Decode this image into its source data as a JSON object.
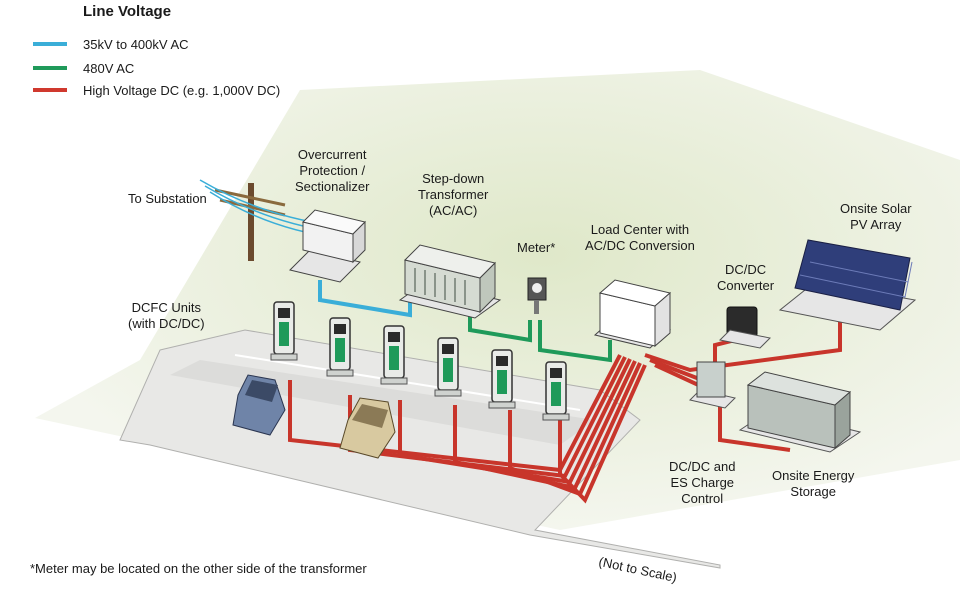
{
  "legend": {
    "title": "Line Voltage",
    "items": [
      {
        "label": "35kV to 400kV AC",
        "color": "#3aaed8"
      },
      {
        "label": "480V AC",
        "color": "#1f9a5a"
      },
      {
        "label": "High Voltage DC (e.g. 1,000V DC)",
        "color": "#d0392e"
      }
    ]
  },
  "labels": {
    "to_substation": "To Substation",
    "overcurrent": [
      "Overcurrent",
      "Protection /",
      "Sectionalizer"
    ],
    "transformer": [
      "Step-down",
      "Transformer",
      "(AC/AC)"
    ],
    "meter": "Meter*",
    "load_center": [
      "Load Center with",
      "AC/DC Conversion"
    ],
    "solar": [
      "Onsite Solar",
      "PV Array"
    ],
    "dcdc_converter": [
      "DC/DC",
      "Converter"
    ],
    "dcfc_units": [
      "DCFC Units",
      "(with DC/DC)"
    ],
    "dcdc_es": [
      "DC/DC and",
      "ES Charge",
      "Control"
    ],
    "energy_storage": [
      "Onsite Energy",
      "Storage"
    ]
  },
  "footnote": "*Meter may be located on the other side of the transformer",
  "scale_note": "(Not to Scale)"
}
